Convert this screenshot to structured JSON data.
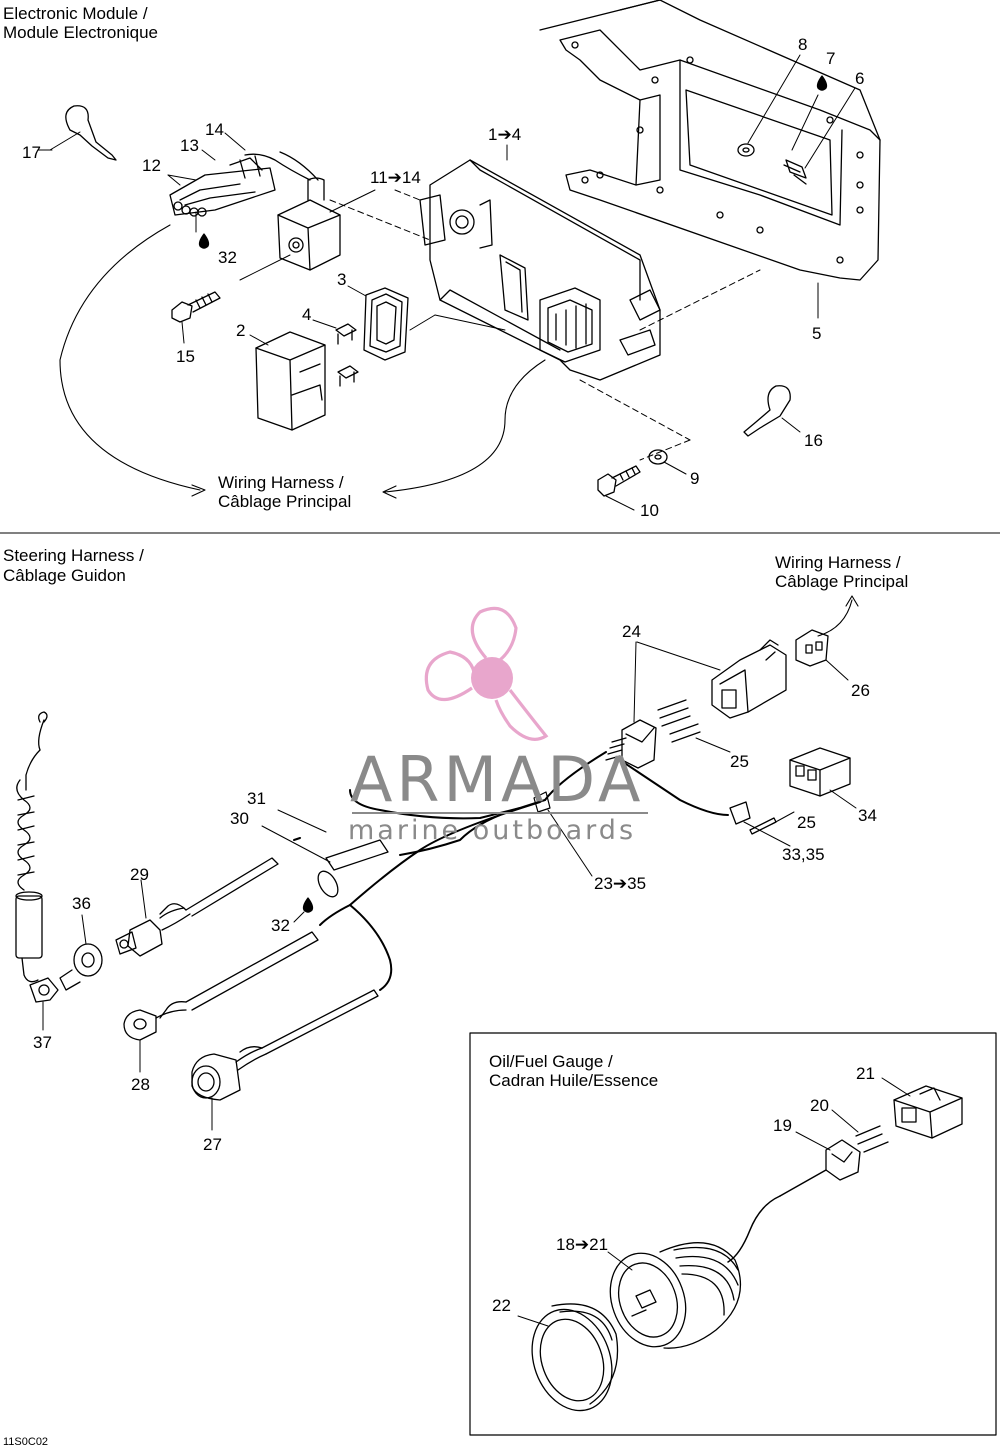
{
  "sections": {
    "electronic_module": {
      "title_line1": "Electronic Module /",
      "title_line2": "Module Electronique"
    },
    "steering_harness": {
      "title_line1": "Steering Harness /",
      "title_line2": "Câblage Guidon"
    },
    "gauge": {
      "title_line1": "Oil/Fuel Gauge /",
      "title_line2": "Cadran Huile/Essence"
    }
  },
  "wiring_harness": {
    "line1": "Wiring Harness /",
    "line2": "Câblage Principal"
  },
  "wiring_harness_top": {
    "line1": "Wiring Harness /",
    "line2": "Câblage Principal"
  },
  "callouts": {
    "c17": "17",
    "c14": "14",
    "c13": "13",
    "c12": "12",
    "c32a": "32",
    "c15": "15",
    "c2": "2",
    "c4": "4",
    "c3": "3",
    "c11_14": "11➔14",
    "c1_4": "1➔4",
    "c8": "8",
    "c7": "7",
    "c6": "6",
    "c5": "5",
    "c16": "16",
    "c9": "9",
    "c10": "10",
    "c24": "24",
    "c26": "26",
    "c25a": "25",
    "c25b": "25",
    "c34": "34",
    "c33_35": "33,35",
    "c23_35": "23➔35",
    "c31": "31",
    "c30": "30",
    "c29": "29",
    "c36": "36",
    "c32b": "32",
    "c37": "37",
    "c28": "28",
    "c27": "27",
    "c21": "21",
    "c20": "20",
    "c19": "19",
    "c18_21": "18➔21",
    "c22": "22"
  },
  "watermark": {
    "brand": "ARMADA",
    "tagline": "marine outboards",
    "colors": {
      "pink": "#e8a6cc",
      "grey": "#8a8a8a"
    }
  },
  "figure_code": "11S0C02"
}
